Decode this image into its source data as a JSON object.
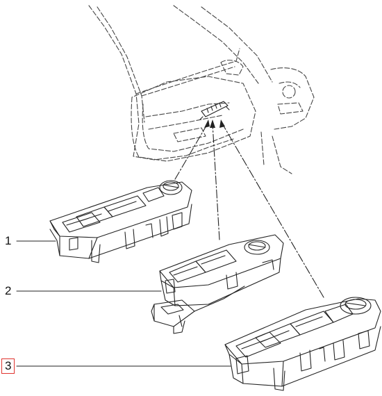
{
  "callouts": [
    {
      "id": "1",
      "label": "1"
    },
    {
      "id": "2",
      "label": "2"
    },
    {
      "id": "3",
      "label": "3",
      "highlighted": true
    }
  ],
  "colors": {
    "line": "#222222",
    "highlight": "#e0332e",
    "background": "#ffffff"
  }
}
